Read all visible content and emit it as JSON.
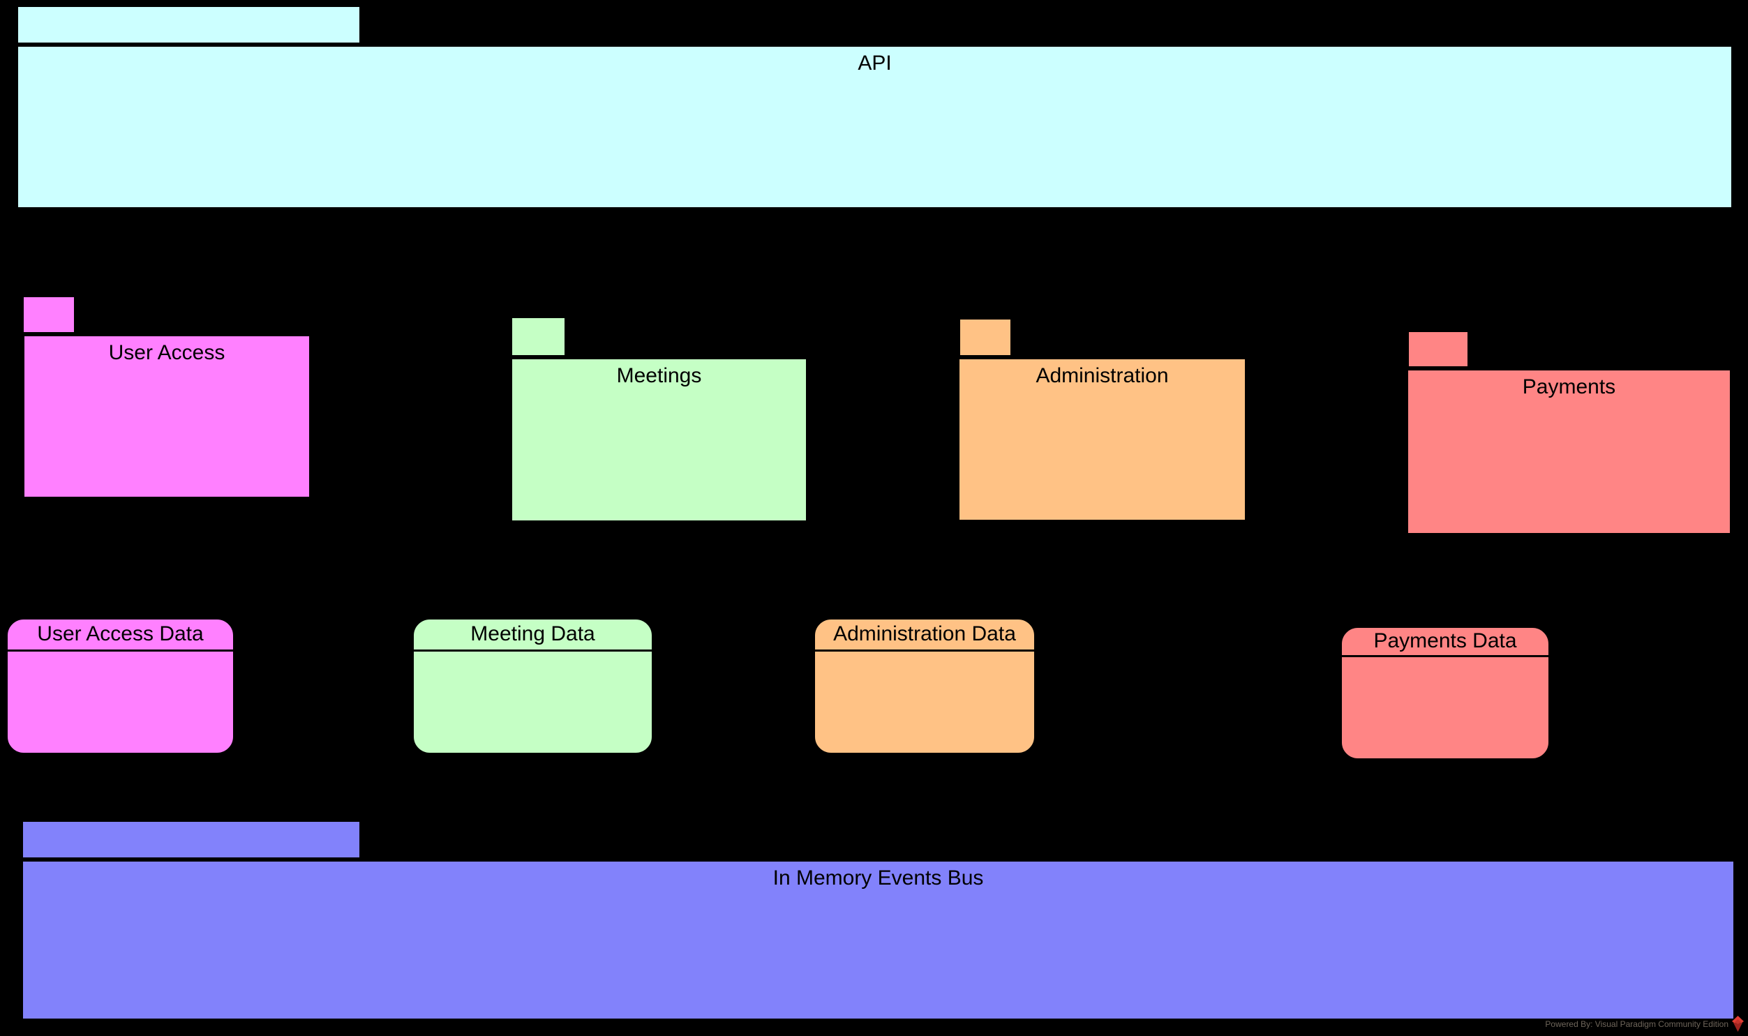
{
  "diagram": {
    "background_color": "#000000",
    "border_color": "#000000",
    "packages": [
      {
        "name": "API",
        "fill": "#CCFFFF"
      },
      {
        "name": "User Access",
        "fill": "#FF80FF"
      },
      {
        "name": "Meetings",
        "fill": "#C5FFC5"
      },
      {
        "name": "Administration",
        "fill": "#FFC285"
      },
      {
        "name": "Payments",
        "fill": "#FF8585"
      },
      {
        "name": "In Memory Events Bus",
        "fill": "#8282FB"
      }
    ],
    "data_stores": [
      {
        "name": "User Access Data",
        "fill": "#FF80FF"
      },
      {
        "name": "Meeting Data",
        "fill": "#C5FFC5"
      },
      {
        "name": "Administration Data",
        "fill": "#FFC285"
      },
      {
        "name": "Payments Data",
        "fill": "#FF8585"
      }
    ],
    "watermark": {
      "text": "Powered By: Visual Paradigm Community Edition",
      "text_color": "#6E655A",
      "logo": "visual-paradigm-logo",
      "logo_color": "#E23D33",
      "logo_shade_color": "#9E2420"
    }
  }
}
